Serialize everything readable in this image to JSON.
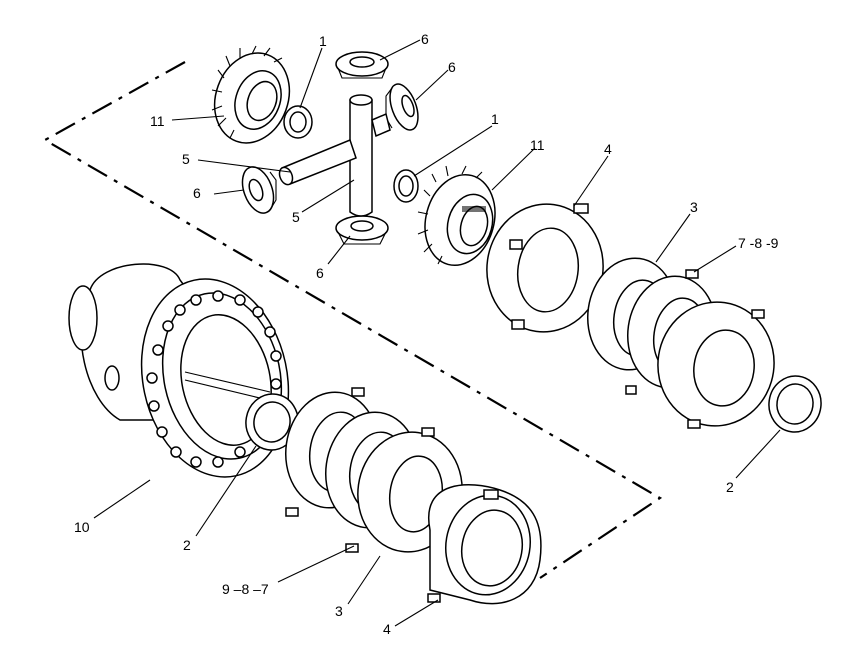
{
  "callouts": {
    "c1a": "1",
    "c6a": "6",
    "c6b": "6",
    "c11a": "11",
    "c1b": "1",
    "c11b": "11",
    "c5a": "5",
    "c6c": "6",
    "c5b": "5",
    "c4a": "4",
    "c3a": "3",
    "c789": "7 -8 -9",
    "c6d": "6",
    "c2a": "2",
    "c10": "10",
    "c2b": "2",
    "c987": "9 –8 –7",
    "c3b": "3",
    "c4b": "4"
  }
}
